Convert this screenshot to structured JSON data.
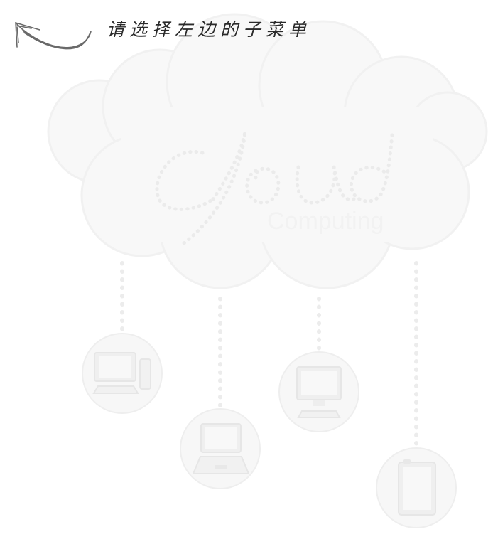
{
  "hint": {
    "text": "请选择左边的子菜单",
    "arrow_icon": "curved-arrow-left-icon"
  },
  "illustration": {
    "cloud_icon": "cloud-icon",
    "logo_script": "cloud",
    "logo_subtitle": "Computing",
    "devices": [
      {
        "name": "desktop-tower-icon"
      },
      {
        "name": "laptop-icon"
      },
      {
        "name": "monitor-icon"
      },
      {
        "name": "tablet-icon"
      }
    ],
    "colors": {
      "cloud": "#f7f7f7",
      "cloud_edge": "#f0f0f0",
      "device_circle": "#f4f4f4",
      "device": "#eeeeee",
      "text": "#2a2a2a",
      "arrow": "#6a6a6a"
    }
  }
}
